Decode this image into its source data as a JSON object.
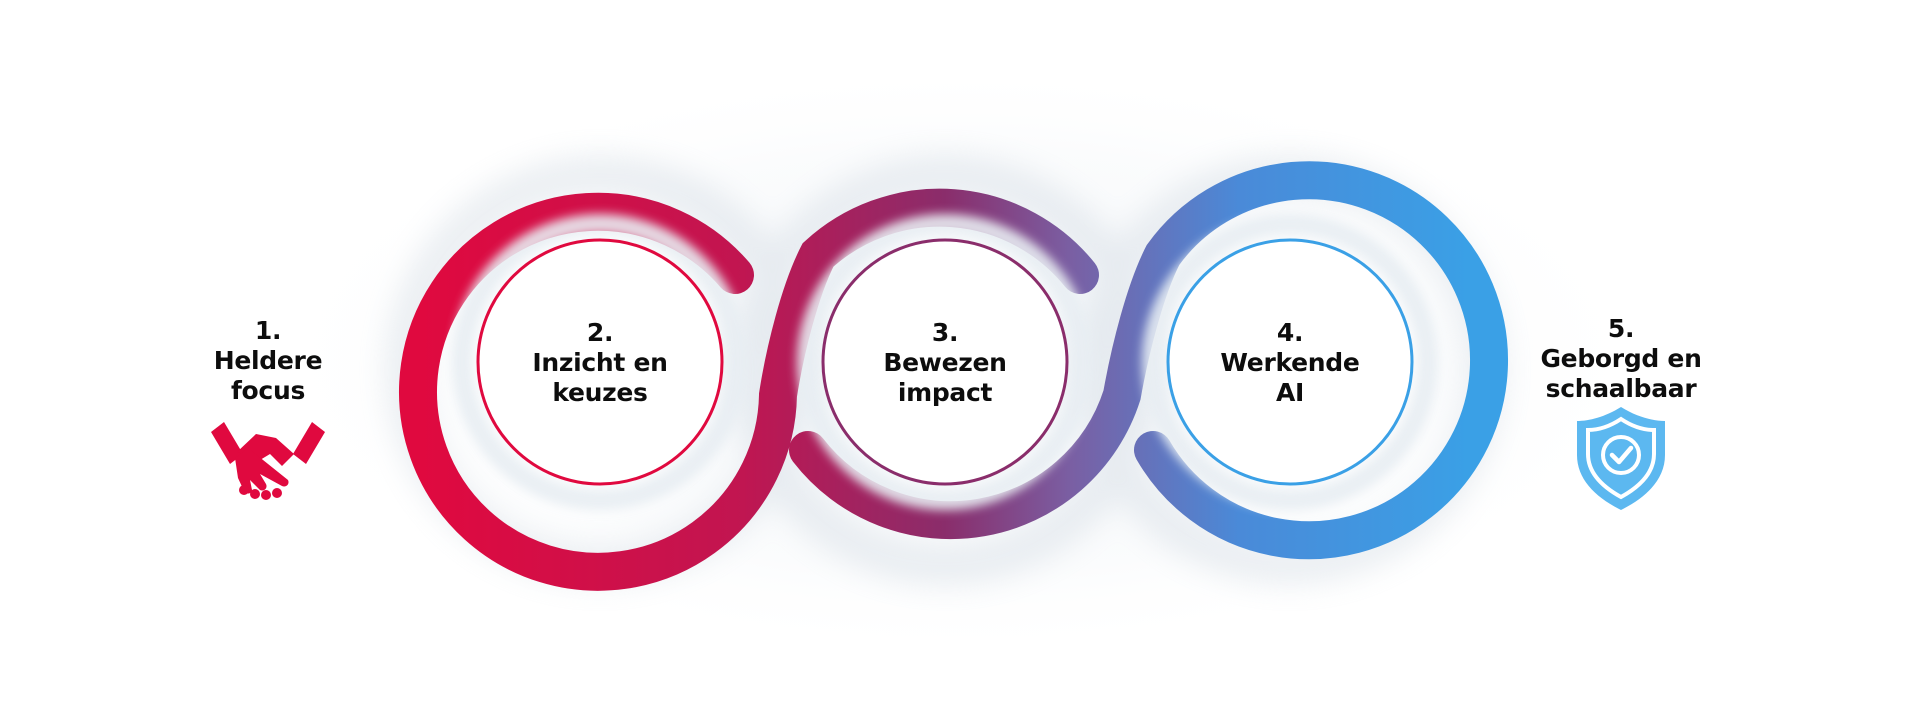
{
  "steps": [
    {
      "number": "1.",
      "lines": [
        "Heldere",
        "focus"
      ],
      "icon": "handshake-icon"
    },
    {
      "number": "2.",
      "lines": [
        "Inzicht en",
        "keuzes"
      ]
    },
    {
      "number": "3.",
      "lines": [
        "Bewezen",
        "impact"
      ]
    },
    {
      "number": "4.",
      "lines": [
        "Werkende",
        "AI"
      ]
    },
    {
      "number": "5.",
      "lines": [
        "Geborgd en",
        "schaalbaar"
      ],
      "icon": "shield-check-icon"
    }
  ],
  "colors": {
    "red": "#e0093f",
    "purple": "#8a2d6b",
    "violet": "#7a5fa3",
    "blue": "#3aa0e6",
    "light_blue": "#5cb8f0",
    "text": "#0d0d0d",
    "inner_ring": "#e8eef3"
  }
}
